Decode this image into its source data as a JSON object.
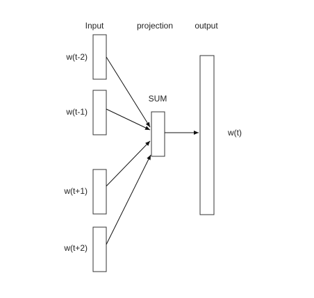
{
  "headers": {
    "input": "Input",
    "projection": "projection",
    "output": "output"
  },
  "inputs": [
    {
      "label": "w(t-2)"
    },
    {
      "label": "w(t-1)"
    },
    {
      "label": "w(t+1)"
    },
    {
      "label": "w(t+2)"
    }
  ],
  "projection": {
    "label": "SUM"
  },
  "output": {
    "label": "w(t)"
  }
}
